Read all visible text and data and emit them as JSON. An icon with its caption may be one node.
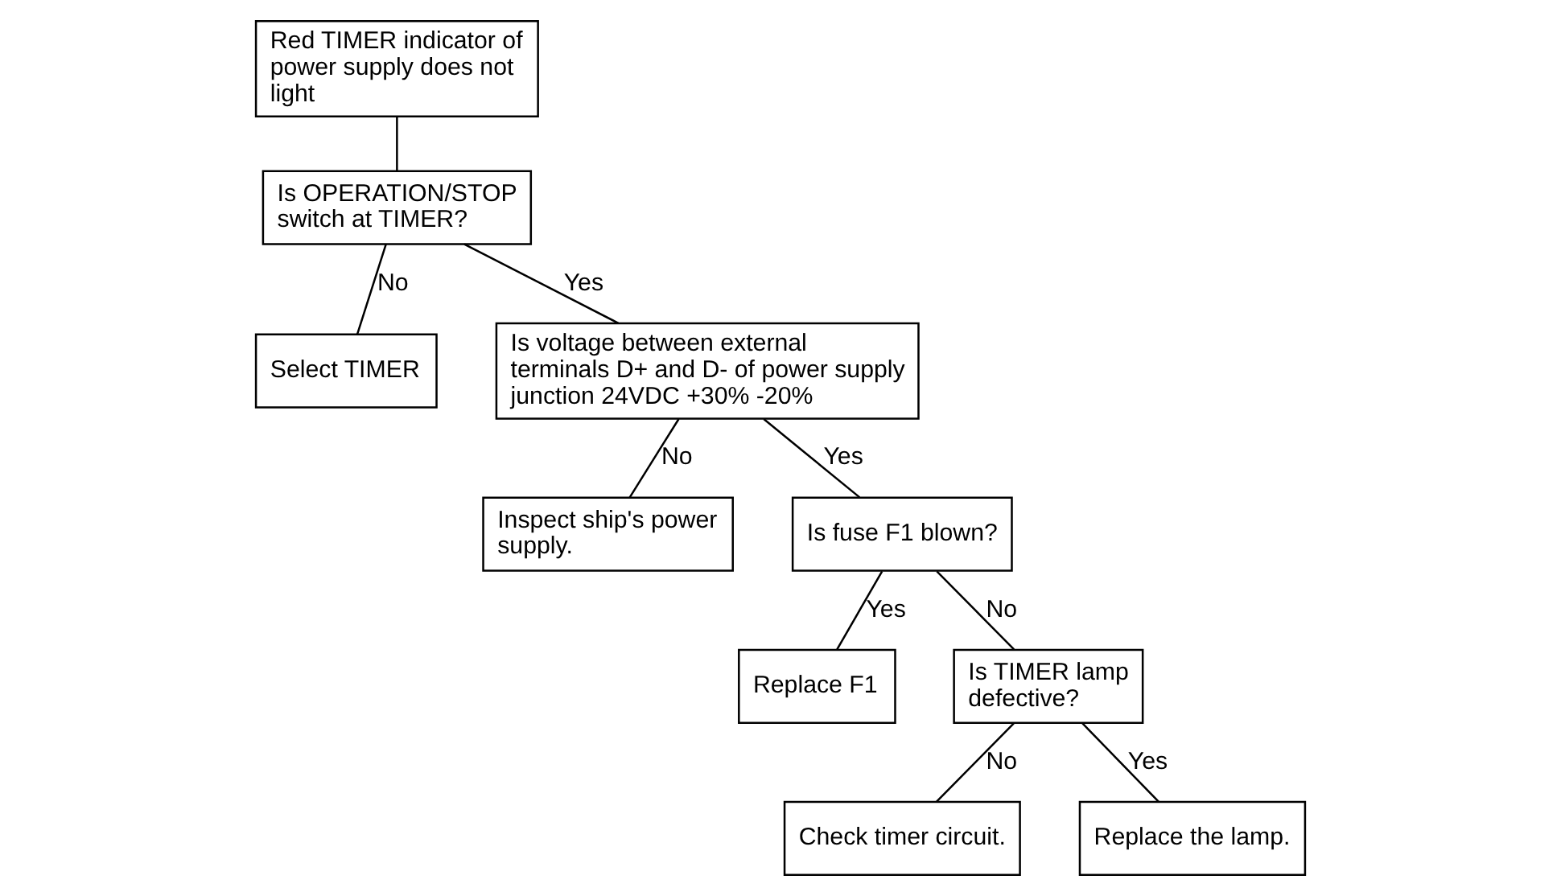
{
  "diagram": {
    "nodes": [
      {
        "text": [
          "Red TIMER indicator of power supply does not light"
        ]
      },
      {
        "text": [
          "Is OPERATION/STOP switch at TIMER?"
        ]
      },
      {
        "text": [
          "Select TIMER"
        ]
      },
      {
        "text": [
          "Is voltage between external terminals D+ and D- of power supply junction 24VDC +30% -20%"
        ]
      },
      {
        "text": [
          "Inspect ship's power supply."
        ]
      },
      {
        "text": [
          "Is fuse F1 blown?"
        ]
      },
      {
        "text": [
          "Replace F1"
        ]
      },
      {
        "text": [
          "Is TIMER lamp defective?"
        ]
      },
      {
        "text": [
          "Check timer circuit."
        ]
      },
      {
        "text": [
          "Replace the lamp."
        ]
      }
    ],
    "edges": [
      {
        "from": 0,
        "to": 1,
        "arrow": "none"
      },
      {
        "from": 1,
        "to": 2,
        "arrow": "none",
        "label": "No"
      },
      {
        "from": 1,
        "to": 3,
        "arrow": "none",
        "label": "Yes"
      },
      {
        "from": 3,
        "to": 4,
        "arrow": "none",
        "label": "No"
      },
      {
        "from": 3,
        "to": 5,
        "arrow": "none",
        "label": "Yes"
      },
      {
        "from": 5,
        "to": 7,
        "arrow": "none",
        "label": "No"
      },
      {
        "from": 5,
        "to": 6,
        "arrow": "none",
        "label": "Yes"
      },
      {
        "from": 7,
        "to": 8,
        "arrow": "none",
        "label": "No"
      },
      {
        "from": 7,
        "to": 9,
        "arrow": "none",
        "label": "Yes"
      }
    ]
  }
}
